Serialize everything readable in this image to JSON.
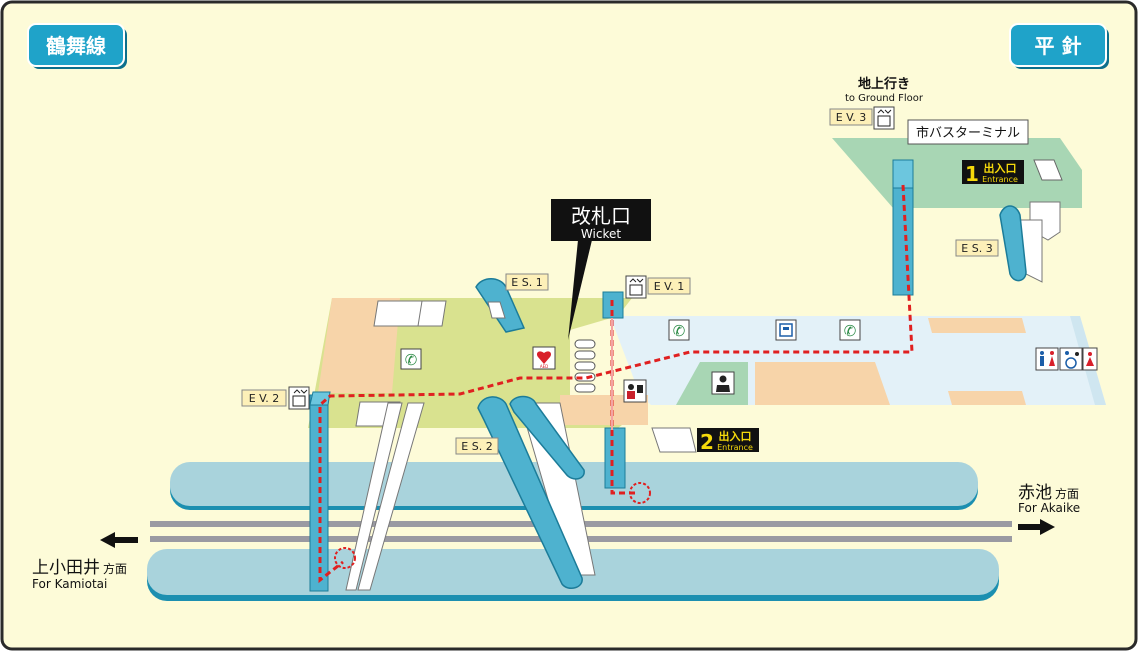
{
  "lines": {
    "left_name": "鶴舞線",
    "right_name": "平 針"
  },
  "directions": {
    "left": {
      "jp": "上小田井",
      "suffix": "方面",
      "en": "For Kamiotai"
    },
    "right": {
      "jp": "赤池",
      "suffix": "方面",
      "en": "For Akaike"
    }
  },
  "wicket": {
    "jp": "改札口",
    "en": "Wicket"
  },
  "ground": {
    "jp": "地上行き",
    "en": "to Ground Floor"
  },
  "bus_terminal": "市バスターミナル",
  "entrances": [
    {
      "num": "1",
      "jp": "出入口",
      "en": "Entrance"
    },
    {
      "num": "2",
      "jp": "出入口",
      "en": "Entrance"
    }
  ],
  "facility_labels": {
    "es1": "E S. 1",
    "es2": "E S. 2",
    "es3": "E S. 3",
    "ev1": "E V. 1",
    "ev2": "E V. 2",
    "ev3": "E V. 3",
    "aed": "AED"
  },
  "colors": {
    "background": "#fdfbd8",
    "platform": "#a9d3dc",
    "concourse_wicket": "#d9e28f",
    "concourse_free": "#e3f1f8",
    "ground_floor": "#a8d6b4",
    "shop": "#f7d4a9",
    "elevator": "#4eb2cf",
    "route": "#e02020",
    "badge": "#1fa3c9"
  }
}
